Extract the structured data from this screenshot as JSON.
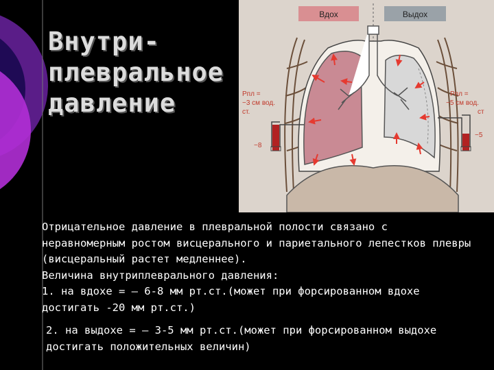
{
  "title": {
    "line1": "Внутри-",
    "line2": "плевральное",
    "line3": "давление"
  },
  "figure": {
    "tab_inhale": "Вдох",
    "tab_exhale": "Выдох",
    "left_pressure_l1": "Pпл =",
    "left_pressure_l2": "−3 см вод.",
    "left_pressure_l3": "ст.",
    "left_gauge": "−8",
    "right_pressure_l1": "Pпл =",
    "right_pressure_l2": "−5 см вод.",
    "right_pressure_l3": "ст",
    "right_gauge": "−5",
    "colors": {
      "background": "#dcd4cc",
      "lung_inhale": "#c98a94",
      "lung_exhale": "#d8d8d8",
      "arrow": "#e53a30",
      "gauge_fluid": "#b22222"
    }
  },
  "body": {
    "p1": "Отрицательное давление в плевральной полости связано с неравномерным ростом висцерального и париетального лепестков плевры (висцеральный растет медленнее).",
    "p2": "Величина внутриплеврального давления:",
    "p3": "1. на вдохе = – 6-8 мм рт.ст.(может при форсированном вдохе достигать -20 мм рт.ст.)",
    "p4": "2. на выдохе = – 3-5 мм рт.ст.(может при форсированном выдохе достигать положительных величин)"
  }
}
